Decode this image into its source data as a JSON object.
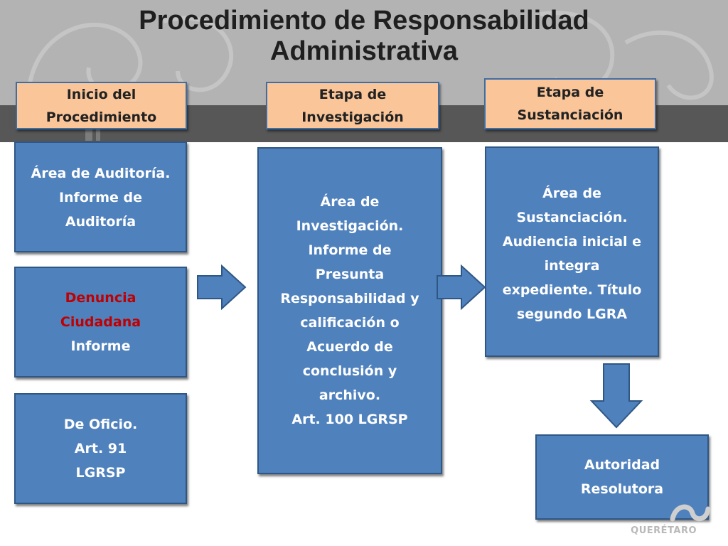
{
  "title": {
    "line1": "Procedimiento de Responsabilidad",
    "line2": "Administrativa"
  },
  "stages": {
    "inicio": {
      "line1": "Inicio del",
      "line2": "Procedimiento"
    },
    "investigacion": {
      "line1": "Etapa de",
      "line2": "Investigación"
    },
    "sustanciacion": {
      "line1": "Etapa de",
      "line2": "Sustanciación"
    }
  },
  "boxes": {
    "auditoria": {
      "line1": "Área de Auditoría.",
      "line2": "Informe de",
      "line3": "Auditoría"
    },
    "denuncia": {
      "line1": "Denuncia",
      "line2": "Ciudadana",
      "line3": "Informe"
    },
    "oficio": {
      "line1": "De Oficio.",
      "line2": "Art. 91",
      "line3": "LGRSP"
    },
    "investigacion": {
      "line1": "Área de",
      "line2": "Investigación.",
      "line3": "Informe de",
      "line4": "Presunta",
      "line5": "Responsabilidad y",
      "line6": "calificación o",
      "line7": "Acuerdo de",
      "line8": "conclusión y",
      "line9": "archivo.",
      "line10": "Art. 100 LGRSP"
    },
    "sustanciacion": {
      "line1": "Área de",
      "line2": "Sustanciación.",
      "line3": "Audiencia inicial e",
      "line4": "integra",
      "line5": "expediente. Título",
      "line6": "segundo LGRA"
    },
    "autoridad": {
      "line1": "Autoridad",
      "line2": "Resolutora"
    }
  },
  "logo": {
    "text": "QUERÉTARO"
  },
  "colors": {
    "header_fill": "#f9c599",
    "box_fill": "#4f81bd",
    "box_border": "#2f5785",
    "highlight_text": "#c00000",
    "band_light": "#b3b3b3",
    "band_dark": "#575757"
  },
  "icons": [
    "arrow-right-icon",
    "arrow-right-icon",
    "arrow-down-icon",
    "logo-mark-icon"
  ]
}
